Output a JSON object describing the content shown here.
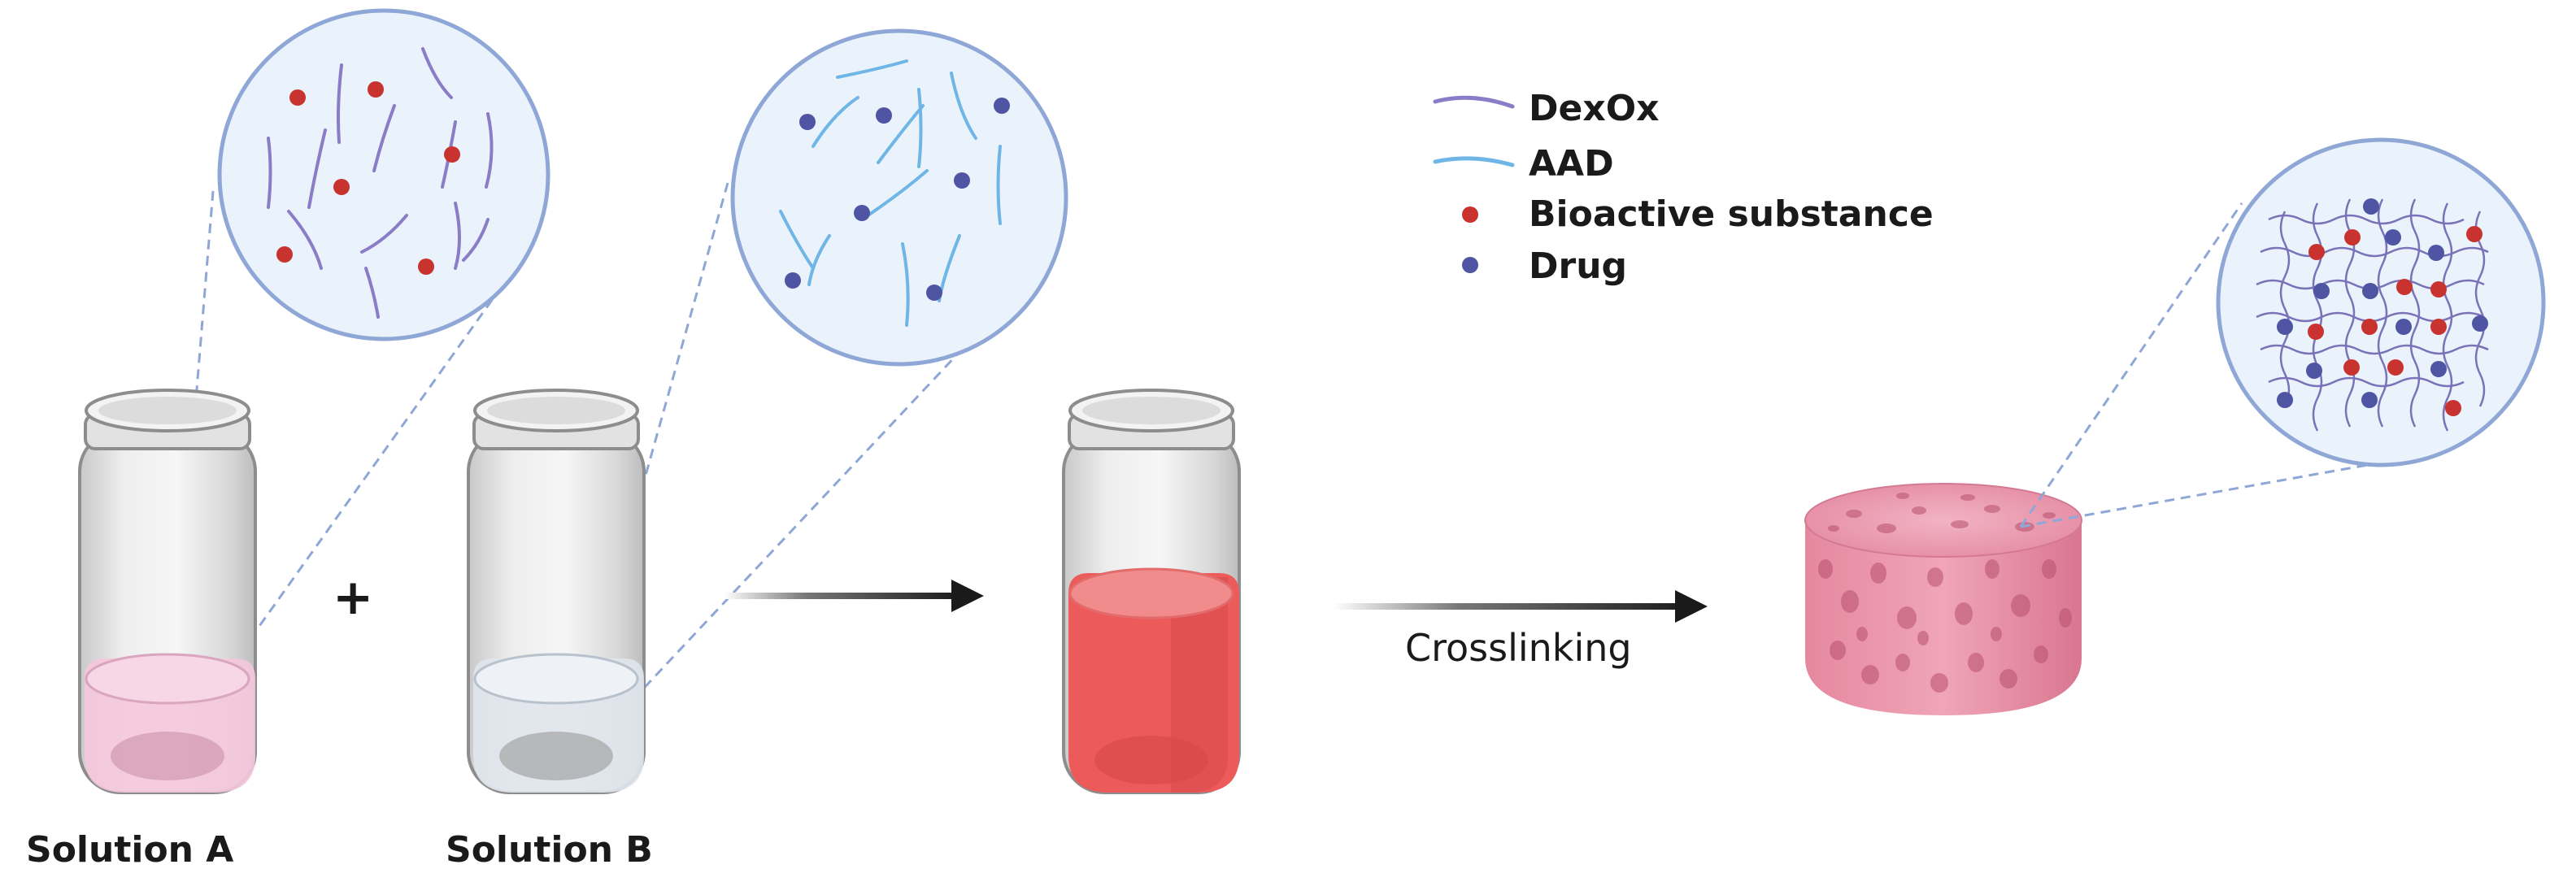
{
  "labels": {
    "solution_a": "Solution A",
    "solution_b": "Solution B",
    "plus": "+",
    "crosslinking": "Crosslinking"
  },
  "legend": [
    {
      "icon": "purple-fiber",
      "label": "DexOx",
      "color": "#8a7cc7"
    },
    {
      "icon": "blue-fiber",
      "label": "AAD",
      "color": "#6fb6e6"
    },
    {
      "icon": "red-dot",
      "label": "Bioactive substance",
      "color": "#c8322f"
    },
    {
      "icon": "blue-dot",
      "label": "Drug",
      "color": "#4f55a3"
    }
  ],
  "colors": {
    "circle_fill": "#eaf3fb",
    "circle_stroke": "#8fa7d6",
    "solution_a": "#f4c8dc",
    "solution_b": "#dfe5ec",
    "mixed": "#ec5a5a",
    "hydrogel": "#e8879f"
  }
}
